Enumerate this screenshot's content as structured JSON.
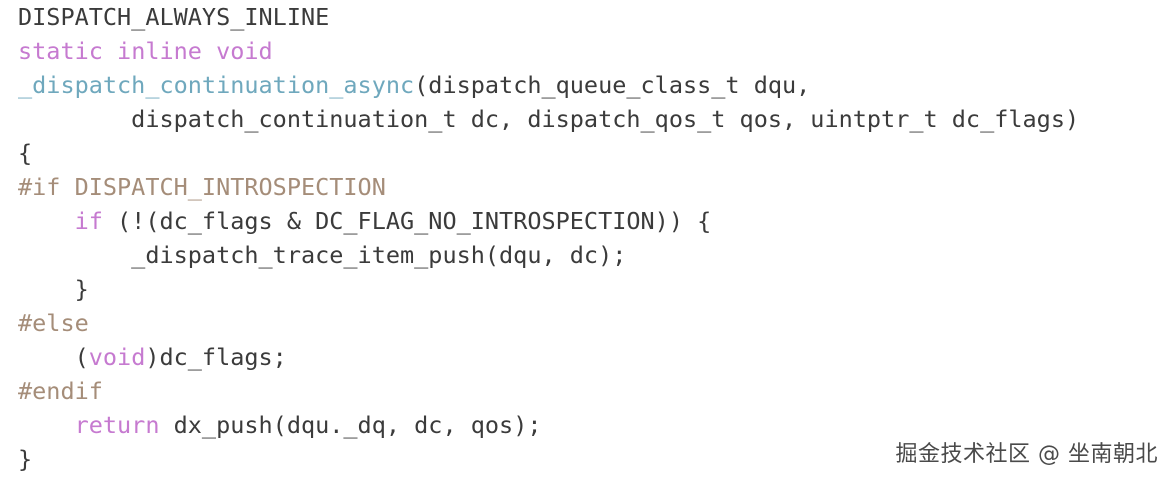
{
  "code": {
    "lines": [
      [
        {
          "text": "DISPATCH_ALWAYS_INLINE",
          "kind": "plain"
        }
      ],
      [
        {
          "text": "static",
          "kind": "kw"
        },
        {
          "text": " ",
          "kind": "plain"
        },
        {
          "text": "inline",
          "kind": "kw"
        },
        {
          "text": " ",
          "kind": "plain"
        },
        {
          "text": "void",
          "kind": "kw"
        }
      ],
      [
        {
          "text": "_dispatch_continuation_async",
          "kind": "fn"
        },
        {
          "text": "(dispatch_queue_class_t dqu,",
          "kind": "plain"
        }
      ],
      [
        {
          "text": "        dispatch_continuation_t dc, dispatch_qos_t qos, uintptr_t dc_flags)",
          "kind": "plain"
        }
      ],
      [
        {
          "text": "{",
          "kind": "plain"
        }
      ],
      [
        {
          "text": "#if DISPATCH_INTROSPECTION",
          "kind": "pp"
        }
      ],
      [
        {
          "text": "    ",
          "kind": "plain"
        },
        {
          "text": "if",
          "kind": "kw"
        },
        {
          "text": " (!(dc_flags & DC_FLAG_NO_INTROSPECTION)) {",
          "kind": "plain"
        }
      ],
      [
        {
          "text": "        _dispatch_trace_item_push(dqu, dc);",
          "kind": "plain"
        }
      ],
      [
        {
          "text": "    }",
          "kind": "plain"
        }
      ],
      [
        {
          "text": "#else",
          "kind": "pp"
        }
      ],
      [
        {
          "text": "    (",
          "kind": "plain"
        },
        {
          "text": "void",
          "kind": "kw"
        },
        {
          "text": ")dc_flags;",
          "kind": "plain"
        }
      ],
      [
        {
          "text": "#endif",
          "kind": "pp"
        }
      ],
      [
        {
          "text": "    ",
          "kind": "plain"
        },
        {
          "text": "return",
          "kind": "kw"
        },
        {
          "text": " dx_push(dqu._dq, dc, qos);",
          "kind": "plain"
        }
      ],
      [
        {
          "text": "}",
          "kind": "plain"
        }
      ]
    ]
  },
  "watermark": {
    "text": "掘金技术社区 @ 坐南朝北"
  },
  "colors": {
    "keyword": "#c67ad0",
    "function": "#6fa8bd",
    "preprocessor": "#a58d79",
    "text": "#3b3b3b",
    "background": "#ffffff"
  }
}
